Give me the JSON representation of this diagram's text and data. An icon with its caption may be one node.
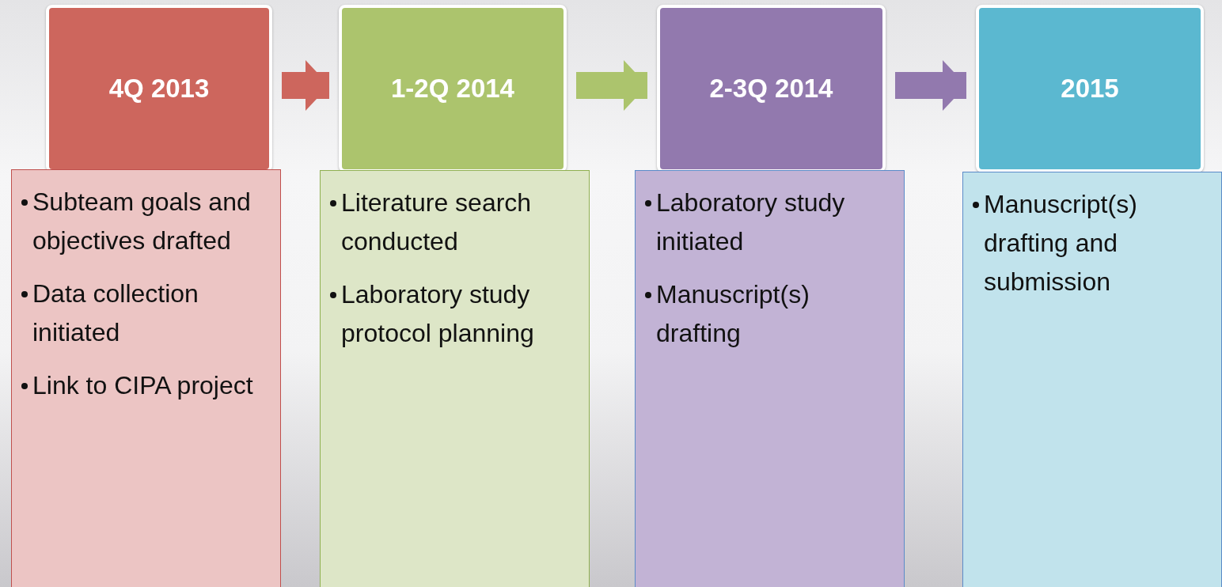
{
  "diagram": {
    "nodes": [
      {
        "text": [
          "4Q 2013"
        ]
      },
      {
        "text": [
          "1-2Q 2014"
        ]
      },
      {
        "text": [
          "2-3Q 2014"
        ]
      },
      {
        "text": [
          "2015"
        ]
      },
      {
        "text": [
          "Subteam goals and objectives drafted",
          "Data collection initiated",
          "Link to CIPA project"
        ]
      },
      {
        "text": [
          "Literature search conducted",
          "Laboratory study protocol planning"
        ]
      },
      {
        "text": [
          "Laboratory study initiated",
          "Manuscript(s) drafting"
        ]
      },
      {
        "text": [
          "Manuscript(s) drafting and submission"
        ]
      }
    ],
    "edges": [
      {
        "from": 0,
        "to": 1,
        "arrow": "to",
        "color": "#cd665d"
      },
      {
        "from": 1,
        "to": 2,
        "arrow": "to",
        "color": "#acc46d"
      },
      {
        "from": 2,
        "to": 3,
        "arrow": "to",
        "color": "#9279ae"
      }
    ]
  }
}
